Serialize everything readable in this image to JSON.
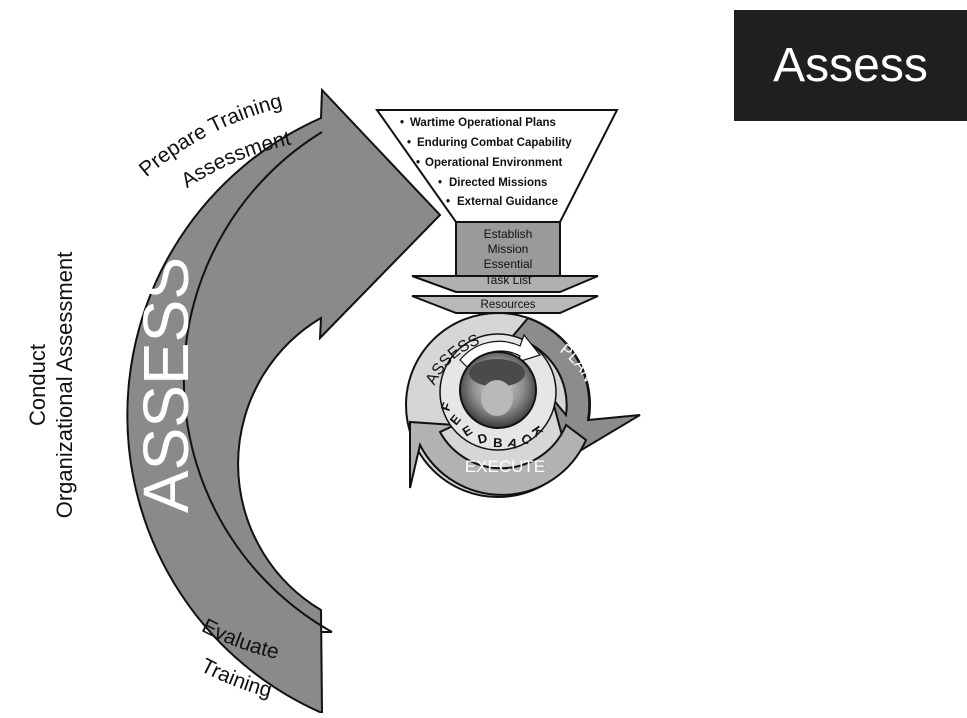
{
  "title": "Assess",
  "arc": {
    "center_label": "ASSESS",
    "outer_label_line1": "Conduct",
    "outer_label_line2": "Organizational Assessment",
    "top_label_line1": "Prepare Training",
    "top_label_line2": "Assessment",
    "bottom_label_line1": "Evaluate",
    "bottom_label_line2": "Training"
  },
  "funnel": {
    "inputs": [
      "Wartime Operational Plans",
      "Enduring Combat Capability",
      "Operational Environment",
      "Directed Missions",
      "External Guidance"
    ],
    "bullet": "•",
    "mission_lines": [
      "Establish",
      "Mission",
      "Essential",
      "Task List"
    ],
    "resources": "Resources"
  },
  "cycle": {
    "assess": "ASSESS",
    "plan": "PLAN",
    "execute": "EXECUTE",
    "feedback": [
      "F",
      "E",
      "E",
      "D",
      "B",
      "A",
      "C",
      "K"
    ]
  },
  "colors": {
    "arc_fill": "#8a8a8a",
    "title_bg": "#1f1f1f",
    "cycle_light": "#d6d6d6",
    "cycle_dark": "#8c8c8c"
  }
}
